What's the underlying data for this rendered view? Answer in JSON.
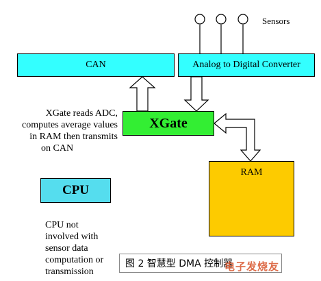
{
  "colors": {
    "cyan": "#33ffff",
    "cyan_dark": "#55ddee",
    "green": "#33ee33",
    "orange": "#fdcb00",
    "watermark": "#d8542b"
  },
  "boxes": {
    "can": "CAN",
    "adc": "Analog to Digital Converter",
    "xgate": "XGate",
    "cpu": "CPU",
    "ram": "RAM"
  },
  "sensors": {
    "label": "Sensors"
  },
  "notes": {
    "xgate": [
      "XGate reads ADC,",
      "computes average values",
      "in RAM then transmits",
      "on CAN"
    ],
    "cpu": [
      "CPU not",
      "involved with",
      "sensor data",
      "computation or",
      "transmission"
    ]
  },
  "caption": {
    "text": "图 2 智慧型 DMA 控制器"
  },
  "watermark": {
    "text": "电子发烧友"
  }
}
